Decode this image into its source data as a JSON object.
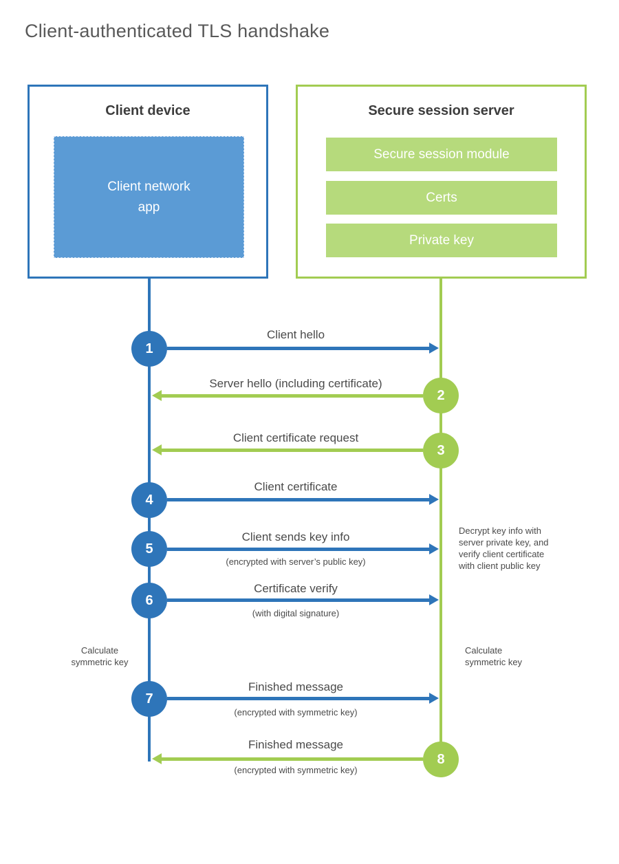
{
  "title": "Client-authenticated TLS handshake",
  "colors": {
    "blue": "#2e75b9",
    "blue_fill": "#5b9bd5",
    "green": "#a2cc52",
    "green_fill": "#b6da7c",
    "title_gray": "#595959",
    "heading_gray": "#3d3d3d",
    "label_gray": "#4a4a4a"
  },
  "client_box": {
    "title": "Client device",
    "app_label": "Client network\napp"
  },
  "server_box": {
    "title": "Secure session server",
    "bars": [
      "Secure session module",
      "Certs",
      "Private key"
    ]
  },
  "steps": [
    {
      "num": "1",
      "label": "Client hello",
      "sub": "",
      "direction": "right",
      "color": "blue"
    },
    {
      "num": "2",
      "label": "Server hello (including certificate)",
      "sub": "",
      "direction": "left",
      "color": "green"
    },
    {
      "num": "3",
      "label": "Client certificate request",
      "sub": "",
      "direction": "left",
      "color": "green"
    },
    {
      "num": "4",
      "label": "Client certificate",
      "sub": "",
      "direction": "right",
      "color": "blue"
    },
    {
      "num": "5",
      "label": "Client sends key info",
      "sub": "(encrypted with server’s public key)",
      "direction": "right",
      "color": "blue"
    },
    {
      "num": "6",
      "label": "Certificate verify",
      "sub": "(with digital signature)",
      "direction": "right",
      "color": "blue"
    },
    {
      "num": "7",
      "label": "Finished message",
      "sub": "(encrypted with symmetric key)",
      "direction": "right",
      "color": "blue"
    },
    {
      "num": "8",
      "label": "Finished message",
      "sub": "(encrypted with symmetric key)",
      "direction": "left",
      "color": "green"
    }
  ],
  "notes": {
    "decrypt": "Decrypt key info with\nserver private key, and\nverify client certificate\nwith client public key",
    "calc_left": "Calculate\nsymmetric key",
    "calc_right": "Calculate\nsymmetric key"
  }
}
